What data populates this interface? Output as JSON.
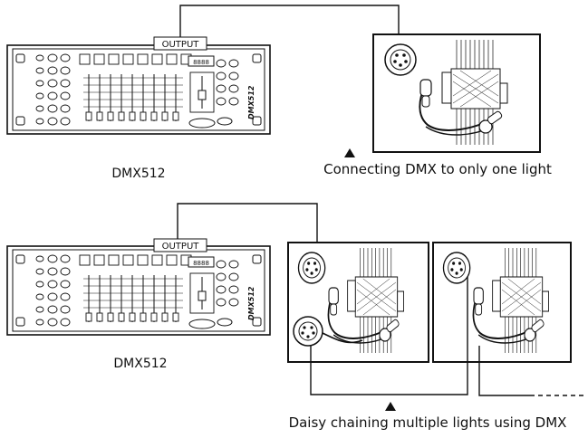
{
  "diagram": {
    "output_label": "OUTPUT",
    "console_model": "DMX512",
    "display_text": "8888",
    "top": {
      "console_caption": "DMX512",
      "caption": "Connecting DMX to only one light"
    },
    "bottom": {
      "console_caption": "DMX512",
      "caption": "Daisy chaining multiple lights using DMX"
    }
  }
}
